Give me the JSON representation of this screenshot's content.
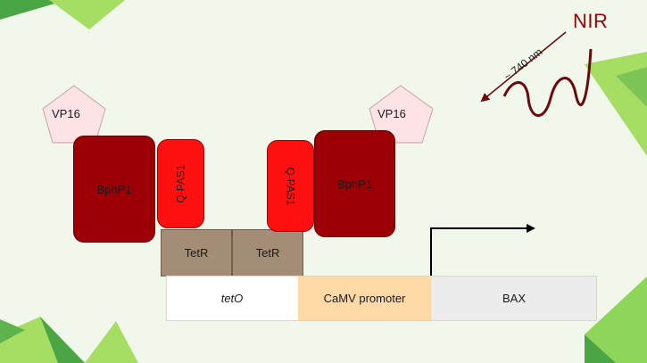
{
  "colors": {
    "background": "#f1f7ea",
    "bphp1": "#9c0006",
    "qpas1": "#ff1010",
    "tetr": "#a38d76",
    "vp16": "#fde3e6",
    "camv_promoter": "#ffd9a6",
    "bax": "#ececec",
    "tet_o": "#ffffff",
    "nir_wave": "#6b0a0a",
    "decor_green_light": "#a6dd63",
    "decor_green_dark": "#4aa545"
  },
  "left_complex": {
    "vp16": "VP16",
    "bphp1": "BphP1",
    "qpas1": "Q-PAS1",
    "tetr": "TetR"
  },
  "right_complex": {
    "vp16": "VP16",
    "bphp1": "BphP1",
    "qpas1": "Q-PAS1",
    "tetr": "TetR"
  },
  "dna": {
    "tet_o": "tetO",
    "camv_promoter": "CaMV promoter",
    "bax": "BAX"
  },
  "light": {
    "label": "NIR",
    "wavelength": "~ 740 nm"
  }
}
